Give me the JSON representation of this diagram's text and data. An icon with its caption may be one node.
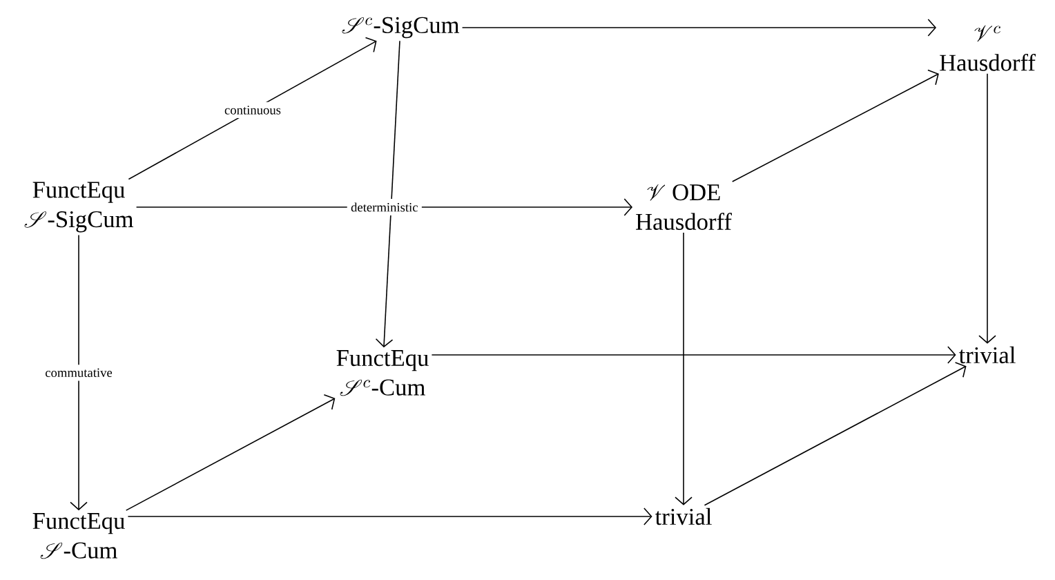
{
  "diagram": {
    "nodes": [
      {
        "text": [
          "\\mathscr{S}^c\\text{-SigCum}"
        ]
      },
      {
        "text": [
          "\\mathscr{V}^c",
          "Hausdorff"
        ]
      },
      {
        "text": [
          "FunctEqu",
          "\\mathscr{S}\\text{-SigCum}"
        ]
      },
      {
        "text": [
          "\\mathscr{V}\\ \\text{ODE}",
          "Hausdorff"
        ]
      },
      {
        "text": [
          "FunctEqu",
          "\\mathscr{S}^c\\text{-Cum}"
        ]
      },
      {
        "text": [
          "trivial"
        ]
      },
      {
        "text": [
          "FunctEqu",
          "\\mathscr{S}\\text{-Cum}"
        ]
      },
      {
        "text": [
          "trivial"
        ]
      }
    ],
    "edges": [
      {
        "from": 0,
        "to": 1,
        "arrow": "to"
      },
      {
        "from": 2,
        "to": 0,
        "arrow": "to",
        "label": "continuous"
      },
      {
        "from": 0,
        "to": 4,
        "arrow": "to"
      },
      {
        "from": 2,
        "to": 3,
        "arrow": "to",
        "label": "deterministic"
      },
      {
        "from": 3,
        "to": 1,
        "arrow": "to"
      },
      {
        "from": 1,
        "to": 5,
        "arrow": "to"
      },
      {
        "from": 2,
        "to": 6,
        "arrow": "to",
        "label": "commutative"
      },
      {
        "from": 6,
        "to": 4,
        "arrow": "to"
      },
      {
        "from": 4,
        "to": 5,
        "arrow": "to"
      },
      {
        "from": 3,
        "to": 7,
        "arrow": "to"
      },
      {
        "from": 6,
        "to": 7,
        "arrow": "to"
      },
      {
        "from": 7,
        "to": 5,
        "arrow": "to"
      }
    ]
  }
}
